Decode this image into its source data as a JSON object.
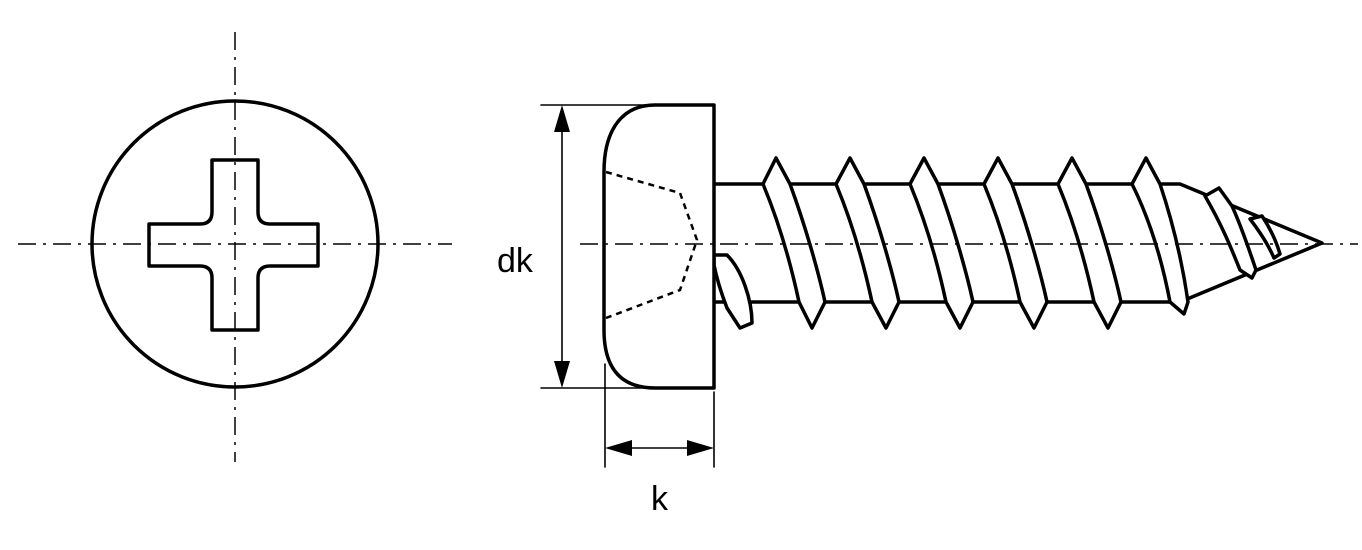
{
  "drawing": {
    "colors": {
      "line": "#000000",
      "background": "#ffffff"
    },
    "head_view": {
      "drive": "cross-recess"
    },
    "side_view": {
      "head": "pan",
      "thread": "tapping"
    },
    "dimensions": {
      "head_diameter_label": "dk",
      "head_height_label": "k"
    }
  }
}
